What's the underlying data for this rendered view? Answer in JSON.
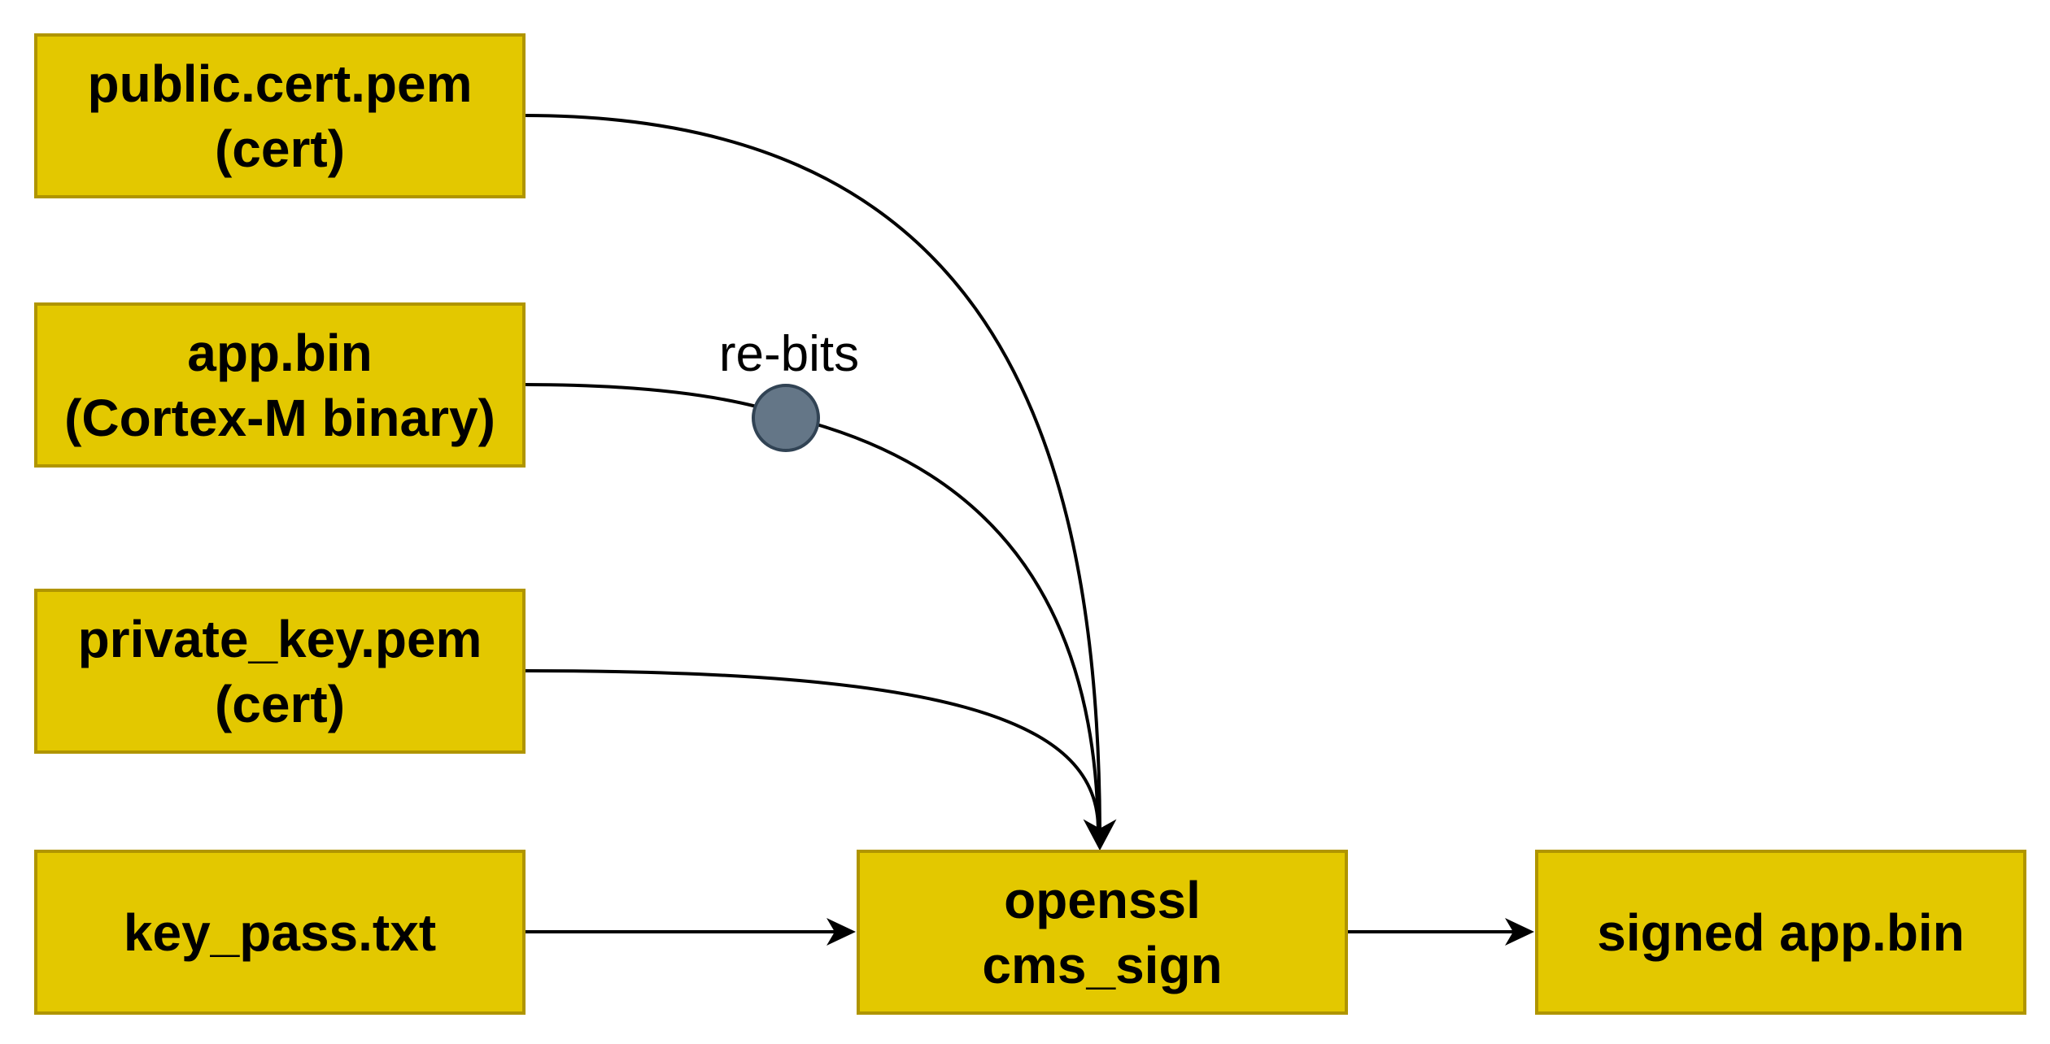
{
  "nodes": {
    "public_cert": {
      "line1": "public.cert.pem",
      "line2": "(cert)"
    },
    "app_bin": {
      "line1": "app.bin",
      "line2": "(Cortex-M binary)"
    },
    "private_key": {
      "line1": "private_key.pem",
      "line2": "(cert)"
    },
    "key_pass": {
      "line1": "key_pass.txt"
    },
    "openssl": {
      "line1": "openssl",
      "line2": "cms_sign"
    },
    "signed_app": {
      "line1": "signed app.bin"
    }
  },
  "edges": {
    "re_bits_label": "re-bits"
  },
  "colors": {
    "node_fill": "#e3c800",
    "node_border": "#b09500",
    "junction_fill": "#647687",
    "junction_border": "#314354",
    "edge_stroke": "#000000"
  }
}
